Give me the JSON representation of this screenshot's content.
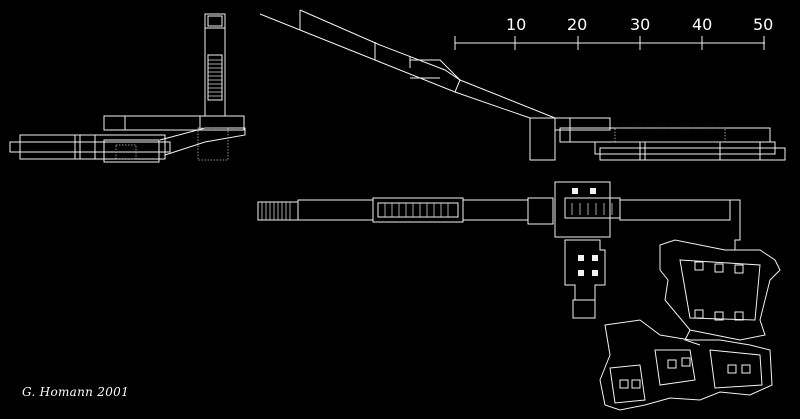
{
  "scale_bar": {
    "ticks": [
      "10",
      "20",
      "30",
      "40",
      "50"
    ]
  },
  "credit": "G. Homann 2001",
  "line_color": "#f2f2f2",
  "background": "#000000"
}
